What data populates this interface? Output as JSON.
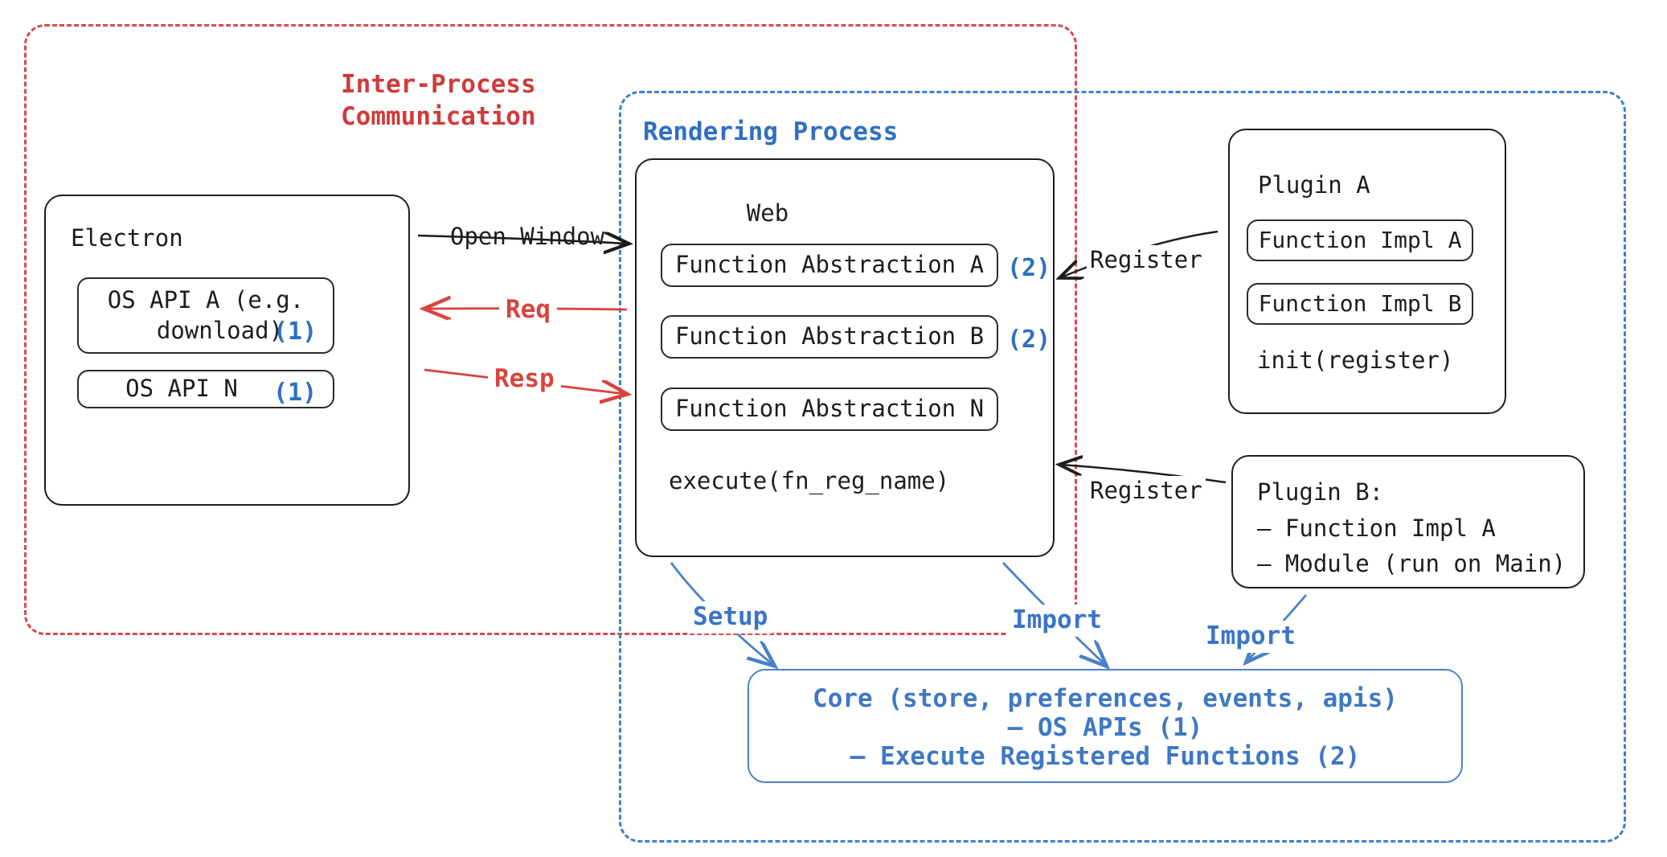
{
  "diagram": {
    "title": "Electron plugin architecture — IPC and rendering process overview",
    "colors": {
      "red": "#d94a4a",
      "blue": "#3b7fd4",
      "core_blue": "#3f78c4",
      "ink": "#1d1d1d",
      "marker_blue": "#2f6fc4"
    }
  },
  "groups": {
    "ipc": {
      "label": "Inter-Process\nCommunication",
      "color": "#cf3b3b",
      "style": "dashed"
    },
    "rendering": {
      "label": "Rendering Process",
      "color": "#2f6fc4",
      "style": "dashed"
    }
  },
  "electron": {
    "title": "Electron",
    "apis": [
      {
        "label": "OS API A (e.g.\n  download)",
        "marker": "(1)"
      },
      {
        "label": "OS API N",
        "marker": "(1)"
      }
    ]
  },
  "web": {
    "title": "Web",
    "abstractions": [
      {
        "label": "Function Abstraction A",
        "marker": "(2)"
      },
      {
        "label": "Function Abstraction B",
        "marker": "(2)"
      },
      {
        "label": "Function Abstraction N",
        "marker": ""
      }
    ],
    "footer": "execute(fn_reg_name)"
  },
  "plugin_a": {
    "title": "Plugin A",
    "functions": [
      "Function Impl A",
      "Function Impl B"
    ],
    "footer": "init(register)"
  },
  "plugin_b": {
    "title": "Plugin B:",
    "lines": [
      "— Function Impl A",
      "— Module (run on Main)"
    ]
  },
  "core": {
    "lines": [
      "Core (store, preferences, events, apis)",
      "— OS APIs (1)",
      "— Execute Registered Functions (2)"
    ]
  },
  "arrows": {
    "open_window": "Open Window",
    "req": "Req",
    "resp": "Resp",
    "register_top": "Register",
    "register_bottom": "Register",
    "setup": "Setup",
    "import_left": "Import",
    "import_right": "Import"
  }
}
